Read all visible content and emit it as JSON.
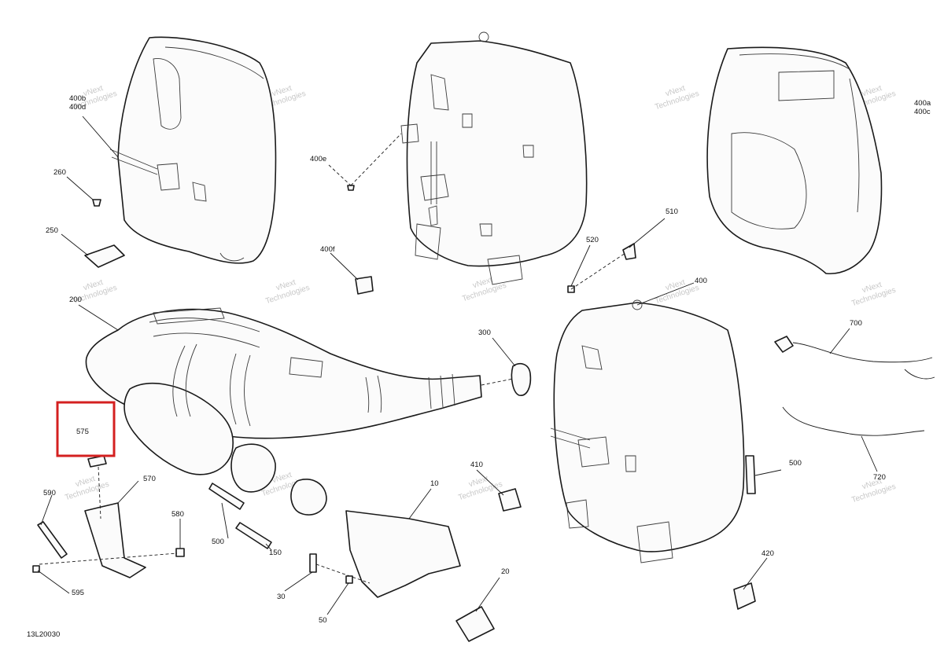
{
  "document_id": "13L20030",
  "watermark": {
    "line1": "vNext",
    "line2": "Technologies",
    "full": "vNext Technologies"
  },
  "callouts": {
    "c400b_400d": [
      "400b",
      "400d"
    ],
    "c400a_400c": [
      "400a",
      "400c"
    ],
    "c260": "260",
    "c250": "250",
    "c400e": "400e",
    "c400f": "400f",
    "c200": "200",
    "c520": "520",
    "c510": "510",
    "c400": "400",
    "c300": "300",
    "c700": "700",
    "c575": "575",
    "c570": "570",
    "c590": "590",
    "c580": "580",
    "c595": "595",
    "c500_left": "500",
    "c150": "150",
    "c410": "410",
    "c10": "10",
    "c500_right": "500",
    "c720": "720",
    "c420": "420",
    "c30": "30",
    "c50": "50",
    "c20": "20"
  },
  "highlighted_callout": "575",
  "colors": {
    "highlight": "#d42020",
    "line": "#1a1a1a",
    "watermark": "#9a9a9a"
  }
}
